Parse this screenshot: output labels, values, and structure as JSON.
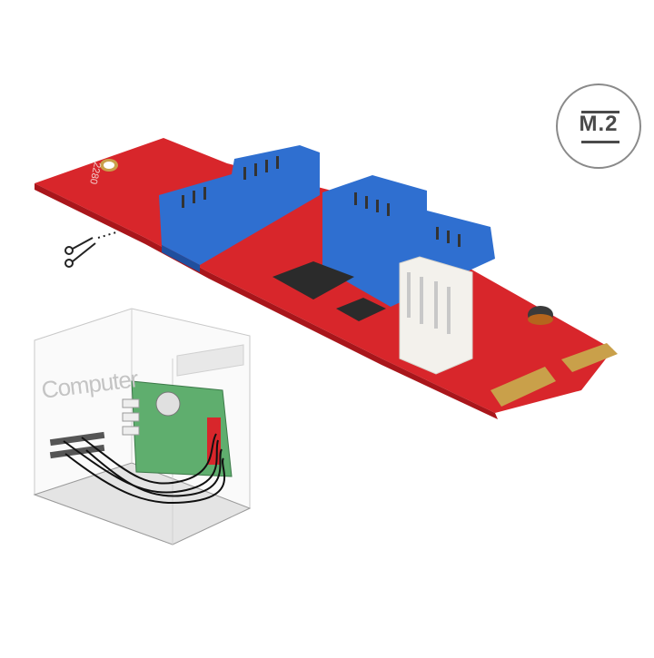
{
  "image": {
    "subject": "M.2 key B+M to two internal USB 3.0 pin headers adapter card",
    "badge": {
      "label": "M.2",
      "icon": "circle-badge"
    },
    "board_marking": "2280",
    "illustration": {
      "label": "Computer"
    },
    "icons": [
      "scissors-icon",
      "m2-badge-icon",
      "computer-case-illustration"
    ],
    "colors": {
      "pcb_red": "#d8262b",
      "connector_blue": "#2f6fd0",
      "power_connector": "#f3f1ec",
      "gold_contacts": "#c9a04a",
      "badge_text": "#4a4a4a",
      "illustration_board": "#5fae6e"
    }
  }
}
